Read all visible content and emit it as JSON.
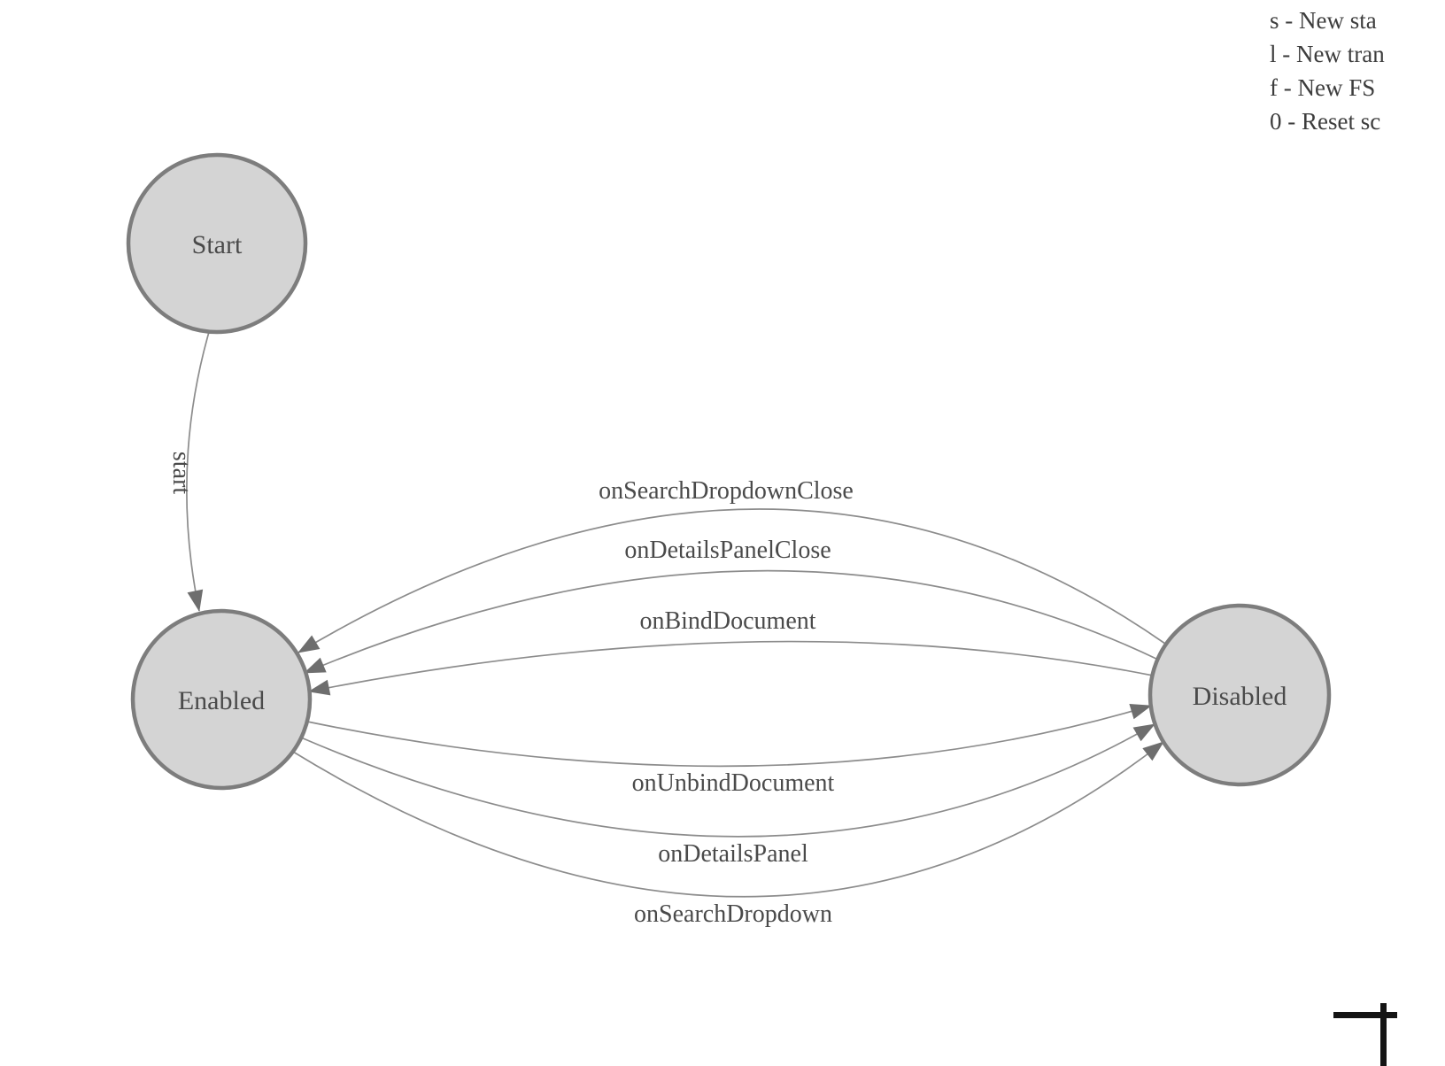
{
  "legend": {
    "items": [
      {
        "label": "s - New sta"
      },
      {
        "label": "l - New tran"
      },
      {
        "label": "f - New FS"
      },
      {
        "label": "0 - Reset sc"
      }
    ]
  },
  "diagram": {
    "type": "state-machine-graph",
    "states": [
      {
        "label": "Start"
      },
      {
        "label": "Enabled"
      },
      {
        "label": "Disabled"
      }
    ],
    "transitions": [
      {
        "label": "start",
        "from": "Start",
        "to": "Enabled"
      },
      {
        "label": "onSearchDropdownClose",
        "from": "Disabled",
        "to": "Enabled"
      },
      {
        "label": "onDetailsPanelClose",
        "from": "Disabled",
        "to": "Enabled"
      },
      {
        "label": "onBindDocument",
        "from": "Disabled",
        "to": "Enabled"
      },
      {
        "label": "onUnbindDocument",
        "from": "Enabled",
        "to": "Disabled"
      },
      {
        "label": "onDetailsPanel",
        "from": "Enabled",
        "to": "Disabled"
      },
      {
        "label": "onSearchDropdown",
        "from": "Enabled",
        "to": "Disabled"
      }
    ],
    "colors": {
      "node_fill": "#d4d4d4",
      "node_stroke": "#7d7d7d",
      "edge_stroke": "#8c8c8c",
      "arrow_fill": "#6e6e6e",
      "label_text": "#4a4a4a",
      "legend_text": "#3d3d3d"
    }
  }
}
